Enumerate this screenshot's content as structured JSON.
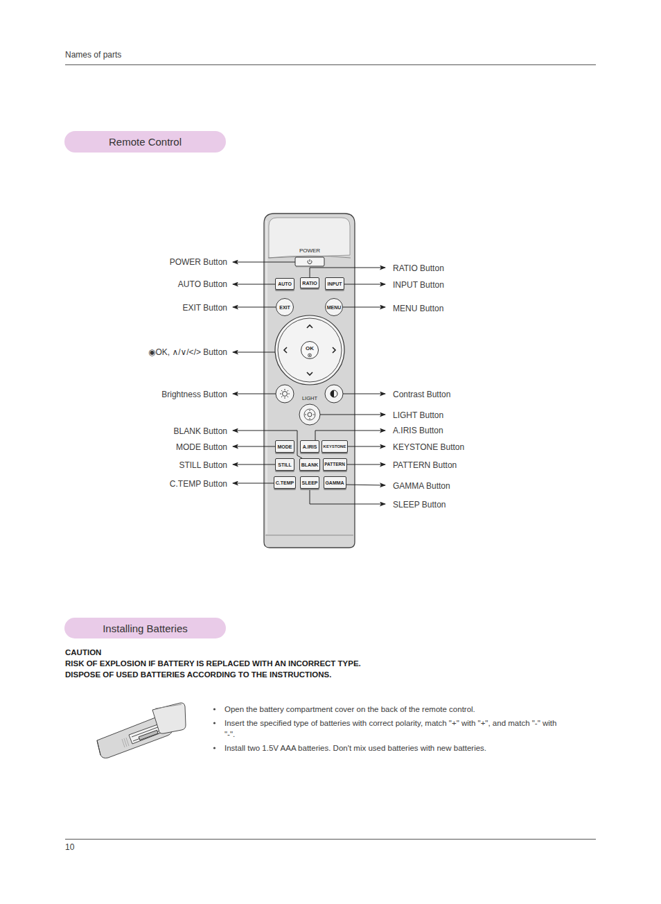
{
  "diagram": {
    "nodes": [
      {
        "text": [
          "Remote Control"
        ]
      },
      {
        "text": [
          "POWER"
        ]
      },
      {
        "text": [
          "AUTO"
        ]
      },
      {
        "text": [
          "RATIO"
        ]
      },
      {
        "text": [
          "INPUT"
        ]
      },
      {
        "text": [
          "EXIT"
        ]
      },
      {
        "text": [
          "MENU"
        ]
      },
      {
        "text": [
          "OK"
        ]
      },
      {
        "text": [
          "LIGHT"
        ]
      },
      {
        "text": [
          "MODE"
        ]
      },
      {
        "text": [
          "A.IRIS"
        ]
      },
      {
        "text": [
          "KEYSTONE"
        ]
      },
      {
        "text": [
          "STILL"
        ]
      },
      {
        "text": [
          "BLANK"
        ]
      },
      {
        "text": [
          "PATTERN"
        ]
      },
      {
        "text": [
          "C.TEMP"
        ]
      },
      {
        "text": [
          "SLEEP"
        ]
      },
      {
        "text": [
          "GAMMA"
        ]
      },
      {
        "text": [
          "Installing Batteries"
        ]
      }
    ],
    "labels": [
      "Names of parts",
      "POWER Button",
      "RATIO Button",
      "AUTO Button",
      "INPUT Button",
      "EXIT Button",
      "MENU Button",
      "◉OK, ∧/∨/</> Button",
      "Brightness Button",
      "Contrast Button",
      "LIGHT Button",
      "BLANK Button",
      "A.IRIS Button",
      "MODE Button",
      "KEYSTONE Button",
      "STILL Button",
      "PATTERN Button",
      "C.TEMP Button",
      "GAMMA Button",
      "SLEEP Button",
      "CAUTION",
      "RISK OF EXPLOSION IF BATTERY IS REPLACED WITH AN INCORRECT TYPE.",
      "DISPOSE OF USED BATTERIES ACCORDING TO THE INSTRUCTIONS.",
      "Open the battery compartment cover on the back of the remote control.",
      "Insert the specified type of batteries with correct polarity, match \"+\" with \"+\", and match \"-\" with \"-\".",
      "Install two 1.5V AAA batteries. Don't mix used batteries with new batteries.",
      "10"
    ]
  }
}
